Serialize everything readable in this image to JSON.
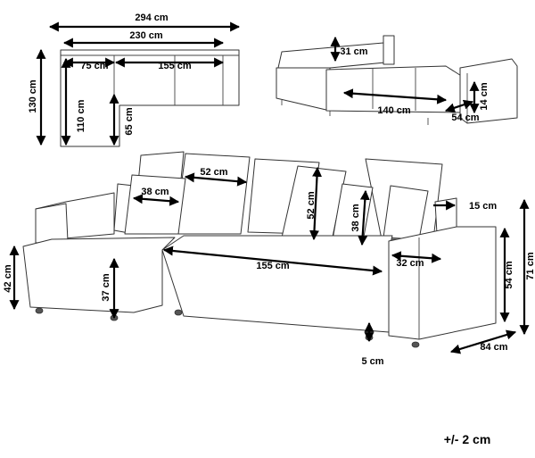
{
  "diagram": {
    "top_view": {
      "total_width": "294 cm",
      "sofa_width": "230 cm",
      "chaise_width": "75 cm",
      "seat_width": "155 cm",
      "total_depth": "130 cm",
      "chaise_depth": "110 cm",
      "seat_depth": "65 cm"
    },
    "bed_view": {
      "backrest_height": "31 cm",
      "mattress_thickness": "14 cm",
      "bed_length": "140 cm",
      "bed_depth": "54 cm"
    },
    "front_view": {
      "pillow_large_width": "52 cm",
      "pillow_small_width": "38 cm",
      "pillow_large_height": "52 cm",
      "pillow_small_height": "38 cm",
      "arm_width": "15 cm",
      "seat_length": "155 cm",
      "arm_depth_top": "32 cm",
      "total_height": "71 cm",
      "arm_height": "54 cm",
      "chaise_seat_height": "42 cm",
      "seat_height": "37 cm",
      "leg_height": "5 cm",
      "depth": "84 cm"
    },
    "tolerance": "+/- 2 cm"
  }
}
